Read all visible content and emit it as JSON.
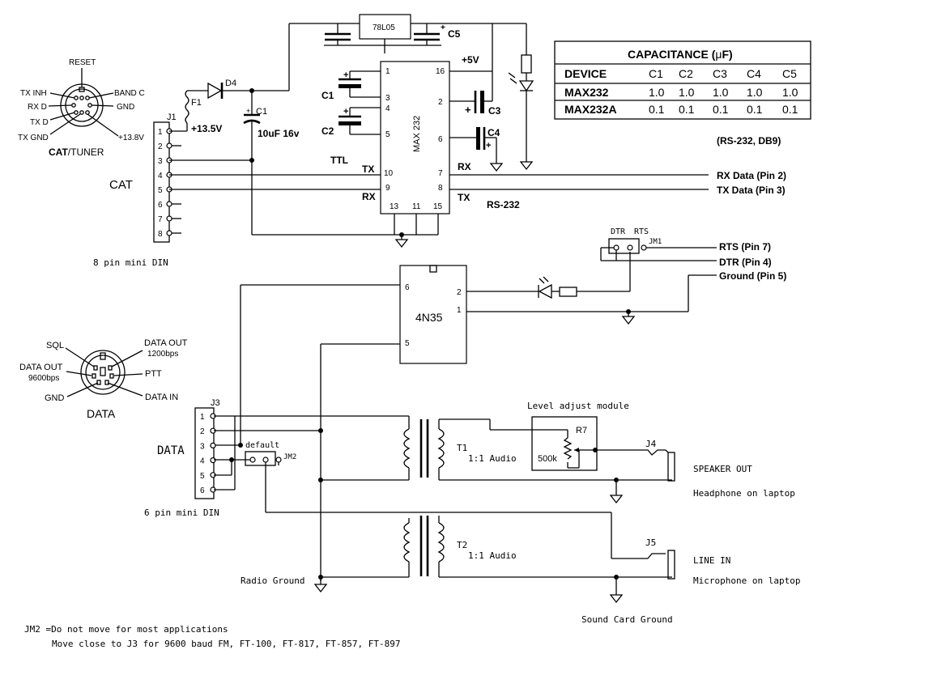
{
  "din8": {
    "labels": [
      "RESET",
      "BAND C",
      "GND",
      "+13.8V",
      "TX INH",
      "RX D",
      "TX D",
      "TX GND"
    ],
    "caption_cat": "CAT",
    "caption_tuner": "/TUNER"
  },
  "din6": {
    "labels": [
      "SQL",
      "DATA OUT",
      "1200bps",
      "DATA OUT",
      "9600bps",
      "PTT",
      "GND",
      "DATA IN"
    ],
    "caption": "DATA"
  },
  "j1": {
    "ref": "J1",
    "name": "CAT",
    "pins": [
      "1",
      "2",
      "3",
      "4",
      "5",
      "6",
      "7",
      "8"
    ],
    "caption": "8 pin mini DIN"
  },
  "j3": {
    "ref": "J3",
    "name": "DATA",
    "pins": [
      "1",
      "2",
      "3",
      "4",
      "5",
      "6"
    ],
    "caption": "6 pin mini DIN"
  },
  "power": {
    "fuse": "F1",
    "diode": "D4",
    "v_in": "+13.5V",
    "c1_ref": "C1",
    "c1_val": "10uF 16v",
    "regulator": "78L05",
    "c5_ref": "C5",
    "v_out": "+5V"
  },
  "max232": {
    "label": "MAX 232",
    "pins": [
      "1",
      "3",
      "4",
      "5",
      "10",
      "9",
      "16",
      "2",
      "6",
      "7",
      "8",
      "13",
      "11",
      "15"
    ],
    "cap_refs": [
      "C1",
      "C2",
      "C3",
      "C4"
    ],
    "ttl": "TTL",
    "tx_ttl": "TX",
    "rx_ttl": "RX",
    "rx_rs": "RX",
    "tx_rs": "TX",
    "rs232": "RS-232"
  },
  "db9": {
    "title": "(RS-232, DB9)",
    "rx": "RX Data (Pin 2)",
    "tx": "TX Data (Pin 3)",
    "rts": "RTS (Pin 7)",
    "dtr": "DTR (Pin 4)",
    "gnd": "Ground (Pin 5)"
  },
  "cap_table": {
    "title_pre": "CAPACITANCE (",
    "title_mu": "μ",
    "title_post": "F)",
    "headers": [
      "DEVICE",
      "C1",
      "C2",
      "C3",
      "C4",
      "C5"
    ],
    "rows": [
      [
        "MAX232",
        "1.0",
        "1.0",
        "1.0",
        "1.0",
        "1.0"
      ],
      [
        "MAX232A",
        "0.1",
        "0.1",
        "0.1",
        "0.1",
        "0.1"
      ]
    ]
  },
  "opto": {
    "label": "4N35",
    "pins": [
      "6",
      "2",
      "1",
      "5"
    ]
  },
  "jm1": {
    "ref": "JM1",
    "dtr": "DTR",
    "rts": "RTS"
  },
  "jm2": {
    "ref": "JM2",
    "default": "default"
  },
  "level": {
    "title": "Level adjust module",
    "ref": "R7",
    "value": "500k"
  },
  "t1": {
    "ref": "T1",
    "label": "1:1 Audio"
  },
  "t2": {
    "ref": "T2",
    "label": "1:1 Audio"
  },
  "j4": {
    "ref": "J4",
    "label": "SPEAKER  OUT",
    "sub": "Headphone on laptop"
  },
  "j5": {
    "ref": "J5",
    "label": "LINE IN",
    "sub": "Microphone on laptop"
  },
  "grounds": {
    "radio": "Radio Ground",
    "sound": "Sound Card Ground"
  },
  "notes": [
    "JM2 =Do not move for most applications",
    "Move close to J3 for 9600 baud FM, FT-100, FT-817, FT-857, FT-897"
  ]
}
